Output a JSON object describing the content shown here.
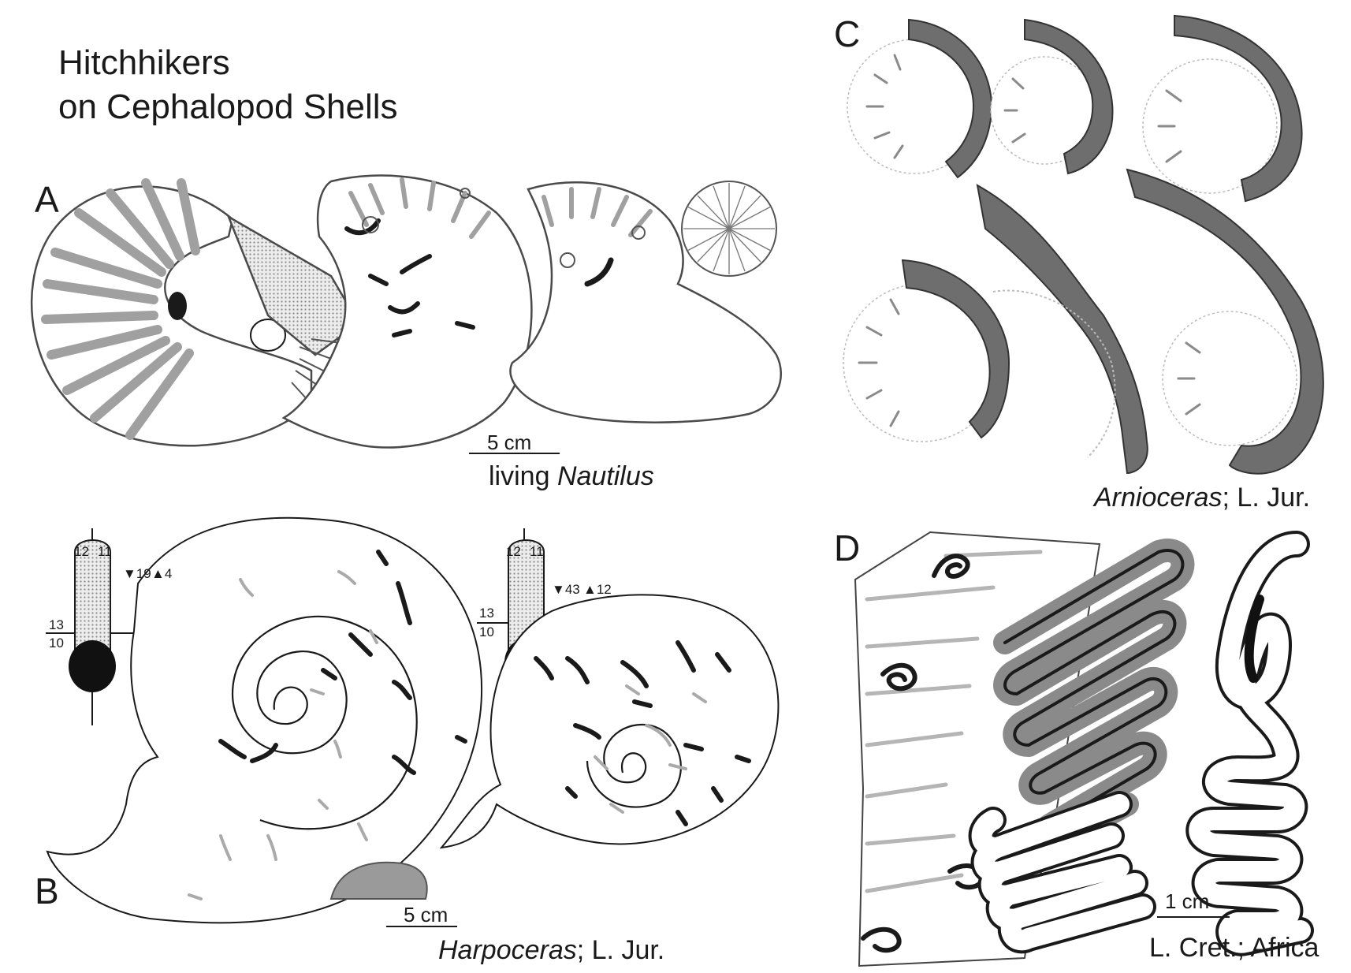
{
  "title": {
    "line1": "Hitchhikers",
    "line2": "on Cephalopod Shells"
  },
  "panels": {
    "A": {
      "label": "A",
      "scale": "5 cm",
      "caption_prefix": "living ",
      "caption_genus": "Nautilus"
    },
    "B": {
      "label": "B",
      "scale": "5 cm",
      "caption_genus": "Harpoceras",
      "caption_suffix": "; L. Jur.",
      "section1": {
        "top_left": "12",
        "top_right": "11",
        "mid_top": "13",
        "mid_bottom": "10",
        "count_down": "▼19",
        "count_up": "▲4"
      },
      "section2": {
        "top_left": "12",
        "top_right": "11",
        "mid_top": "13",
        "mid_bottom": "10",
        "count_down": "▼43",
        "count_up": "▲12"
      }
    },
    "C": {
      "label": "C",
      "caption_genus": "Arnioceras",
      "caption_suffix": "; L. Jur."
    },
    "D": {
      "label": "D",
      "scale": "1 cm",
      "caption": "L. Cret.; Africa"
    }
  },
  "colors": {
    "ink": "#1a1a1a",
    "gray": "#a0a0a0",
    "dark_gray": "#707070",
    "stipple": "#c8c8c8"
  }
}
